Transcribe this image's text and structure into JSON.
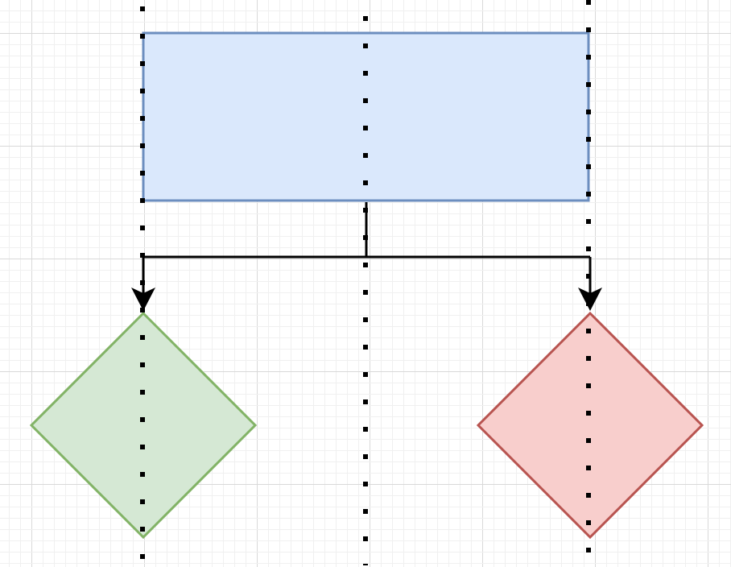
{
  "canvas": {
    "background": "#ffffff",
    "grid_minor_color": "#f0f0f0",
    "grid_major_color": "#d9d9d9"
  },
  "shapes": {
    "top_rect": {
      "fill": "#dae8fc",
      "stroke": "#6c8ebf"
    },
    "left_diamond": {
      "fill": "#d5e8d4",
      "stroke": "#82b366"
    },
    "right_diamond": {
      "fill": "#f8cecc",
      "stroke": "#b85450"
    }
  },
  "connector": {
    "stroke": "#000000",
    "arrowheads": 2
  },
  "guides": {
    "count": 3,
    "style": "dotted",
    "color": "#000000"
  }
}
